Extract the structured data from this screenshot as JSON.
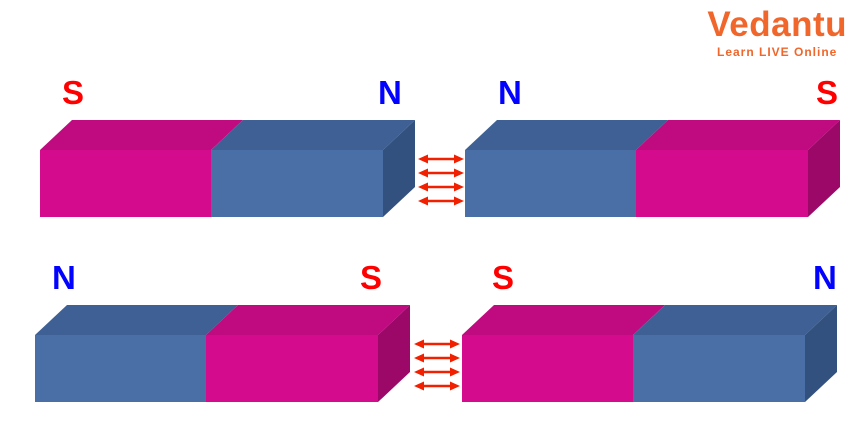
{
  "logo": {
    "name": "Vedantu",
    "tagline": "Learn LIVE Online"
  },
  "diagram": {
    "title_hidden": "",
    "rows": [
      {
        "left_magnet": {
          "left_pole": "S",
          "right_pole": "N"
        },
        "right_magnet": {
          "left_pole": "N",
          "right_pole": "S"
        },
        "arrows_icon": "repulsion-double-headed-arrows"
      },
      {
        "left_magnet": {
          "left_pole": "N",
          "right_pole": "S"
        },
        "right_magnet": {
          "left_pole": "S",
          "right_pole": "N"
        },
        "arrows_icon": "repulsion-double-headed-arrows"
      }
    ]
  },
  "colors": {
    "pink_front": "#D30B8C",
    "pink_top": "#C00A7F",
    "pink_side": "#9C0868",
    "blue_front": "#4A6EA6",
    "blue_top": "#3E6094",
    "blue_side": "#33517E",
    "arrow_red": "#F12000",
    "pole_s": "#FF0000",
    "pole_n": "#0202FF",
    "logo_orange": "#F0662B"
  }
}
